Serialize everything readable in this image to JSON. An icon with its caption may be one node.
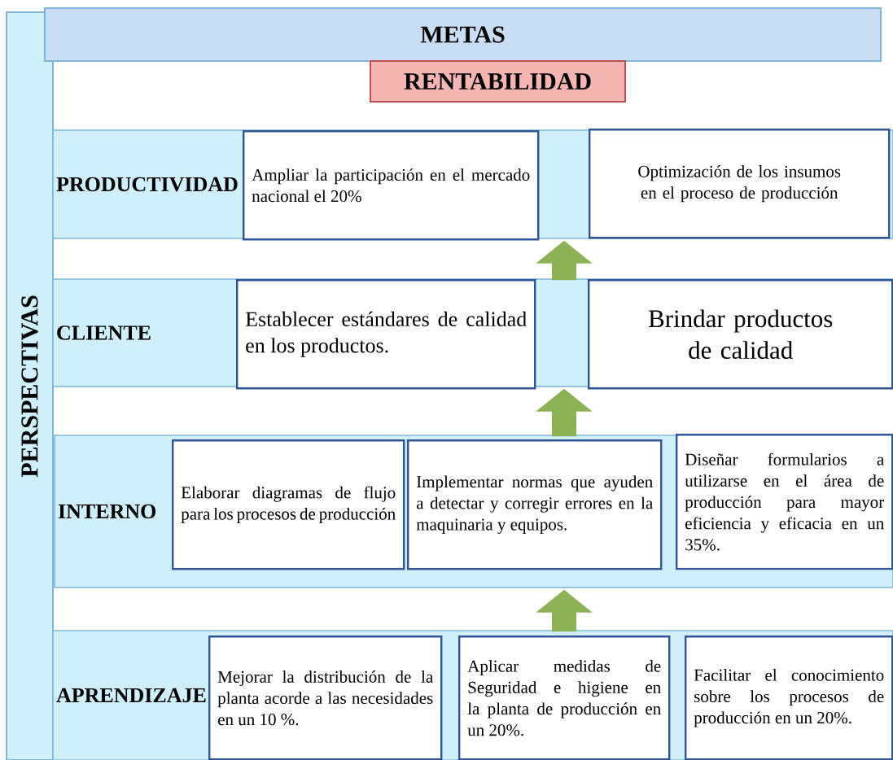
{
  "diagram": {
    "nodes": [
      {
        "text": [
          "PERSPECTIVAS"
        ]
      },
      {
        "text": [
          "METAS"
        ]
      },
      {
        "text": [
          "RENTABILIDAD"
        ]
      },
      {
        "text": [
          "PRODUCTIVIDAD"
        ]
      },
      {
        "text": [
          "Ampliar la participación en el mercado nacional el 20%"
        ],
        "in": 3
      },
      {
        "text": [
          "Optimización de los insumos en el proceso de producción"
        ],
        "in": 3
      },
      {
        "text": [
          "CLIENTE"
        ]
      },
      {
        "text": [
          "Establecer estándares de calidad en los productos."
        ],
        "in": 6
      },
      {
        "text": [
          "Brindar productos de calidad"
        ],
        "in": 6
      },
      {
        "text": [
          "INTERNO"
        ]
      },
      {
        "text": [
          "Elaborar diagramas de flujo para los procesos de producción"
        ],
        "in": 9
      },
      {
        "text": [
          "Implementar normas que ayuden a detectar y corregir errores en la maquinaria y equipos."
        ],
        "in": 9
      },
      {
        "text": [
          "Diseñar formularios a utilizarse en el área de producción para mayor eficiencia y eficacia en un 35%."
        ],
        "in": 9
      },
      {
        "text": [
          "APRENDIZAJE"
        ]
      },
      {
        "text": [
          "Mejorar la distribución de la planta acorde a las necesidades en un 10 %."
        ],
        "in": 13
      },
      {
        "text": [
          "Aplicar medidas de Seguridad e higiene en la planta de producción en un 20%."
        ],
        "in": 13
      },
      {
        "text": [
          "Facilitar el conocimiento sobre los procesos de producción en un 20%."
        ],
        "in": 13
      }
    ],
    "edges": [
      {
        "from": 6,
        "to": 3,
        "arrow": "to"
      },
      {
        "from": 9,
        "to": 6,
        "arrow": "to"
      },
      {
        "from": 13,
        "to": 9,
        "arrow": "to"
      }
    ]
  }
}
